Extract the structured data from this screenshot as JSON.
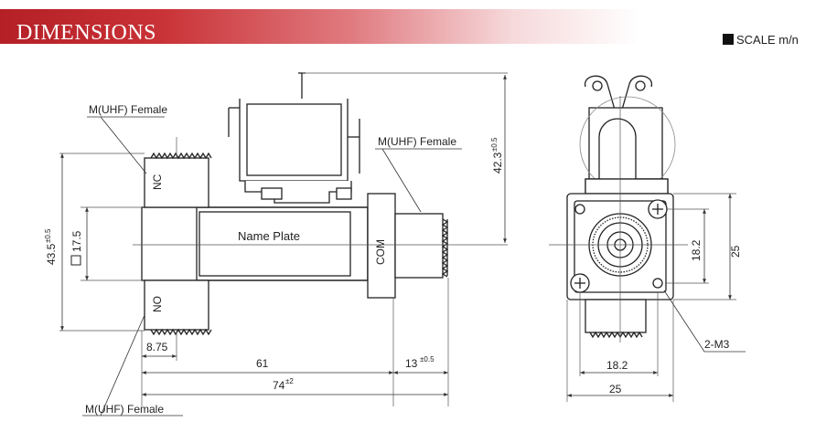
{
  "banner": {
    "title": "DIMENSIONS",
    "color_start": "#b42026"
  },
  "scale": {
    "label": "SCALE m/n",
    "marker_icon": "black-square"
  },
  "side_view": {
    "connector_nc": "M(UHF) Female",
    "connector_com": "M(UHF) Female",
    "connector_no": "M(UHF) Female",
    "label_nc": "NC",
    "label_no": "NO",
    "label_com": "COM",
    "name_plate": "Name Plate",
    "dim_height": "43.5",
    "dim_height_tol": "±0.5",
    "dim_square_icon": "square-section",
    "dim_square": "17.5",
    "dim_actuator": "42.3",
    "dim_actuator_tol": "±0.5",
    "dim_offset": "8.75",
    "dim_61": "61",
    "dim_13": "13",
    "dim_13_tol": "±0.5",
    "dim_74": "74",
    "dim_74_tol": "±2"
  },
  "end_view": {
    "dim_hole_v": "18.2",
    "dim_flange_v": "25",
    "dim_hole_h": "18.2",
    "dim_flange_h": "25",
    "holes": "2-M3"
  }
}
